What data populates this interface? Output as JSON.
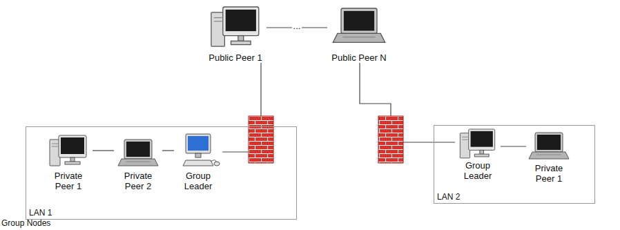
{
  "diagram": {
    "nodes": [
      {
        "text": [
          "Public Peer 1"
        ]
      },
      {
        "text": [
          "Public Peer N"
        ]
      },
      {
        "text": [
          "LAN 1"
        ]
      },
      {
        "text": [
          "Private Peer 1"
        ],
        "in": 2
      },
      {
        "text": [
          "Private Peer 2"
        ],
        "in": 2
      },
      {
        "text": [
          "Group Leader"
        ],
        "in": 2
      },
      {
        "text": [
          "LAN 2"
        ]
      },
      {
        "text": [
          "Group Leader"
        ],
        "in": 6
      },
      {
        "text": [
          "Private Peer 1"
        ],
        "in": 6
      }
    ],
    "edges": [
      {
        "from": 0,
        "to": 1,
        "label": "...",
        "arrow": "none"
      },
      {
        "from": 3,
        "to": 4,
        "arrow": "none"
      },
      {
        "from": 4,
        "to": 5,
        "arrow": "none"
      },
      {
        "from": 5,
        "to": 0,
        "arrow": "none"
      },
      {
        "from": 1,
        "to": 7,
        "arrow": "none"
      },
      {
        "from": 7,
        "to": 8,
        "arrow": "none"
      }
    ],
    "labels": [
      "Group Nodes"
    ]
  }
}
